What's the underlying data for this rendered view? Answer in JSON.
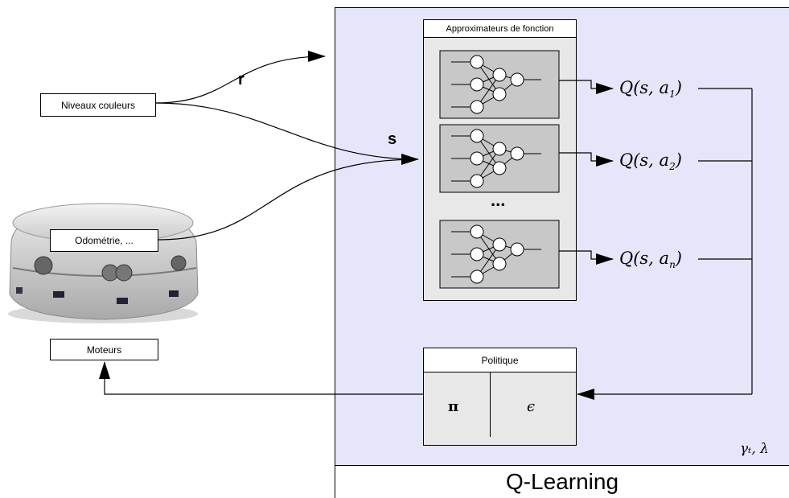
{
  "inputs": {
    "niveaux": "Niveaux couleurs",
    "odometrie": "Odométrie, ...",
    "moteurs": "Moteurs"
  },
  "signals": {
    "r": "r",
    "s": "s"
  },
  "approximators": {
    "title": "Approximateurs de fonction",
    "ellipsis": "..."
  },
  "q_outputs": {
    "q1": {
      "prefix": "Q(s, a",
      "sub": "1",
      "suffix": ")"
    },
    "q2": {
      "prefix": "Q(s, a",
      "sub": "2",
      "suffix": ")"
    },
    "qn": {
      "prefix": "Q(s, a",
      "sub": "n",
      "suffix": ")"
    }
  },
  "policy": {
    "title": "Politique",
    "pi": "π",
    "epsilon": "ϵ"
  },
  "params": "γₜ, λ",
  "panel": {
    "title": "Q-Learning"
  },
  "colors": {
    "panel_bg": "#e6e6fb",
    "module_bg": "#e8e8e8",
    "net_bg": "#c8c8c8"
  }
}
